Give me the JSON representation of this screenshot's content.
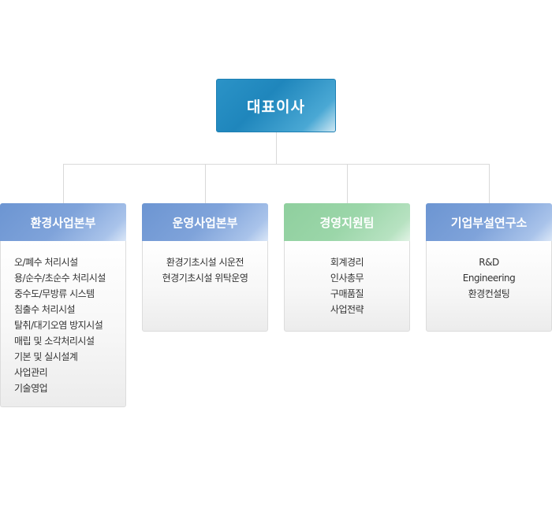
{
  "ceo": {
    "label": "대표이사"
  },
  "departments": [
    {
      "name": "환경사업본부",
      "color": "#7fa3da",
      "items": [
        "오/폐수 처리시설",
        "용/순수/초순수 처리시설",
        "중수도/무방류 시스템",
        "침출수 처리시설",
        "탈취/대기오염 방지시설",
        "매립 및 소각처리시설",
        "기본 및 실시설계",
        "사업관리",
        "기술영업"
      ]
    },
    {
      "name": "운영사업본부",
      "color": "#7fa3da",
      "items": [
        "환경기초시설 시운전",
        "현경기초시설 위탁운영"
      ]
    },
    {
      "name": "경영지원팀",
      "color": "#9bd6a9",
      "items": [
        "회계경리",
        "인사총무",
        "구매품질",
        "사업전략"
      ]
    },
    {
      "name": "기업부설연구소",
      "color": "#7fa3da",
      "items": [
        "R&D",
        "Engineering",
        "환경컨설팅"
      ]
    }
  ]
}
